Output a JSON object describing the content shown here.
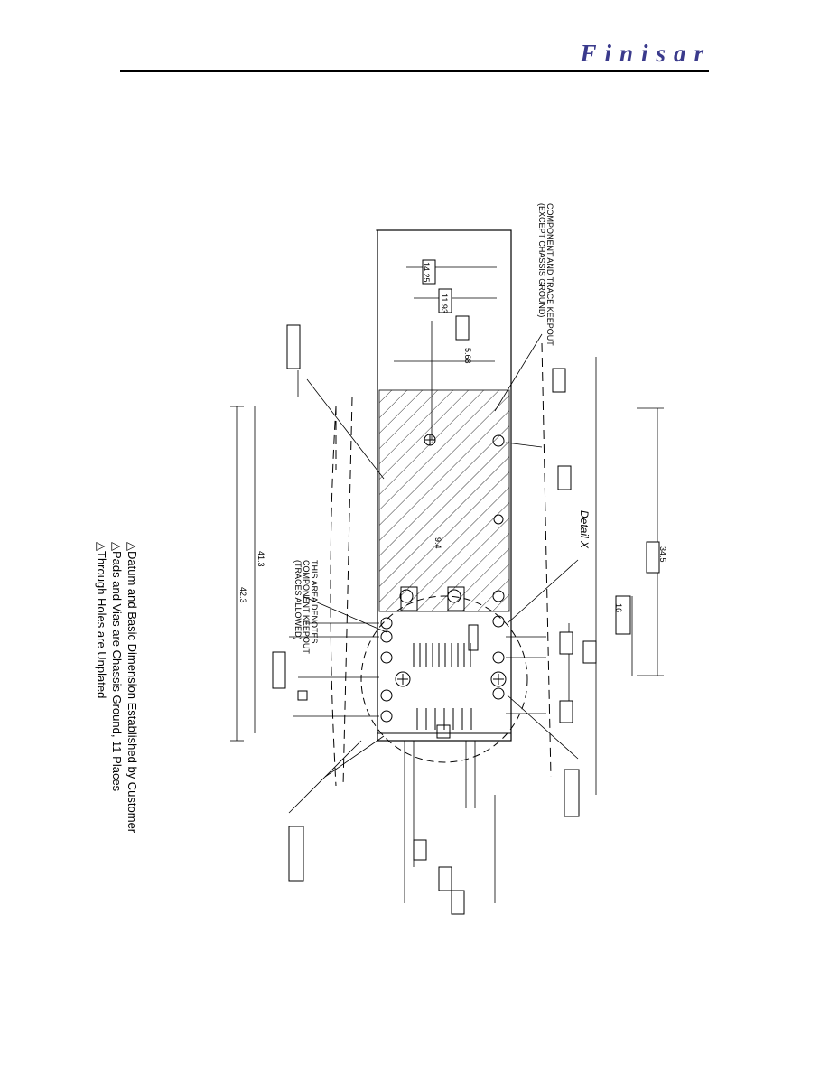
{
  "header": {
    "brand": "Finisar"
  },
  "notes": [
    "Datum and Basic Dimension Established by Customer",
    "Pads and Vias are Chassis Ground, 11 Places",
    "Through Holes are Unplated"
  ],
  "drawing": {
    "detail_label": "Detail X",
    "area_note_line1": "THIS AREA DENOTES",
    "area_note_line2": "COMPONENT KEEPOUT",
    "area_note_line3": "(TRACES ALLOWED)",
    "component_note_line1": "COMPONENT AND TRACE KEEPOUT",
    "component_note_line2": "(EXCEPT CHASSIS GROUND)",
    "dims": {
      "d_41_3": "41.3",
      "d_42_3": "42.3",
      "d_34_5": "34.5",
      "d_5_68": "5.68",
      "d_16": "16",
      "d_14_25": "14.25",
      "d_11_93": "11.93",
      "d_9_4": "9.4"
    }
  }
}
